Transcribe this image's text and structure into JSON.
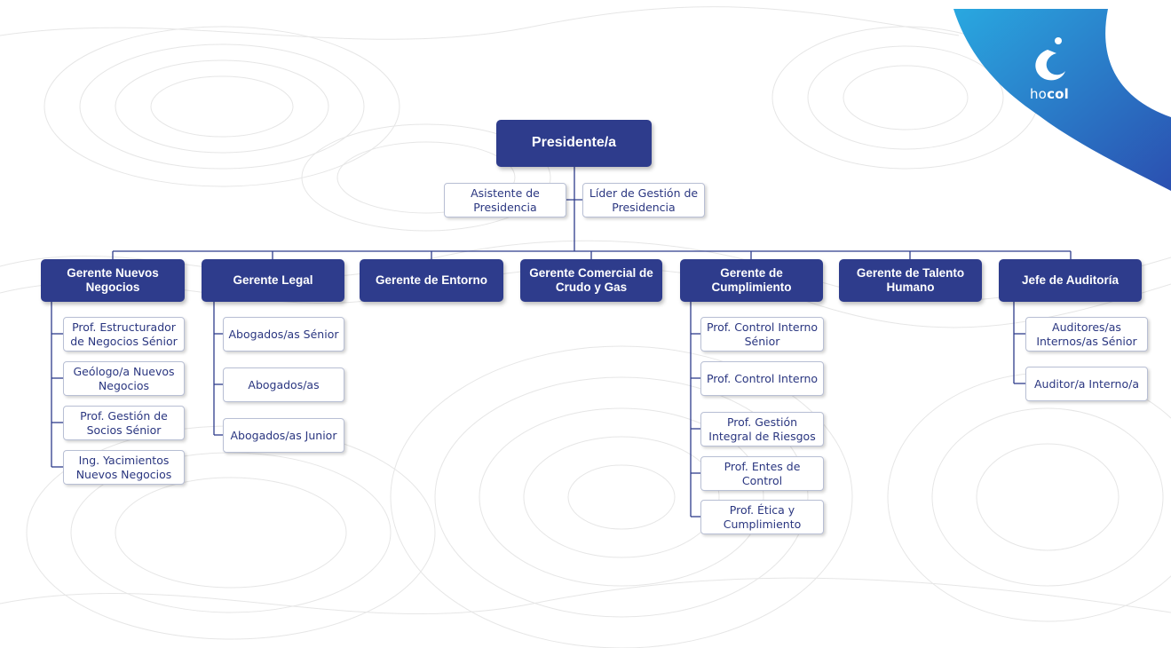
{
  "brand": {
    "name_regular": "ho",
    "name_bold": "col",
    "colors": {
      "primary": "#2e3c8c",
      "accent_light": "#29a8e0",
      "accent_dark": "#2b4fb0"
    }
  },
  "colors": {
    "manager_fill": "#2e3c8c",
    "manager_text": "#ffffff",
    "staff_border": "#b8bfd4",
    "staff_text": "#2a3680",
    "connector": "#2e3c8c"
  },
  "president": {
    "title": "Presidente/a"
  },
  "assistants": [
    {
      "title": "Asistente de Presidencia"
    },
    {
      "title": "Líder de Gestión de Presidencia"
    }
  ],
  "managers": [
    {
      "title": "Gerente Nuevos Negocios",
      "reports": [
        "Prof. Estructurador de Negocios Sénior",
        "Geólogo/a Nuevos Negocios",
        "Prof. Gestión de Socios Sénior",
        "Ing. Yacimientos Nuevos Negocios"
      ]
    },
    {
      "title": "Gerente Legal",
      "reports": [
        "Abogados/as Sénior",
        "Abogados/as",
        "Abogados/as Junior"
      ]
    },
    {
      "title": "Gerente de Entorno",
      "reports": []
    },
    {
      "title": "Gerente Comercial de Crudo y Gas",
      "reports": []
    },
    {
      "title": "Gerente de Cumplimiento",
      "reports": [
        "Prof. Control Interno Sénior",
        "Prof. Control Interno",
        "Prof. Gestión Integral de Riesgos",
        "Prof. Entes de Control",
        "Prof. Ética y Cumplimiento"
      ]
    },
    {
      "title": "Gerente de Talento Humano",
      "reports": []
    },
    {
      "title": "Jefe de Auditoría",
      "reports": [
        "Auditores/as Internos/as Sénior",
        "Auditor/a Interno/a"
      ]
    }
  ]
}
